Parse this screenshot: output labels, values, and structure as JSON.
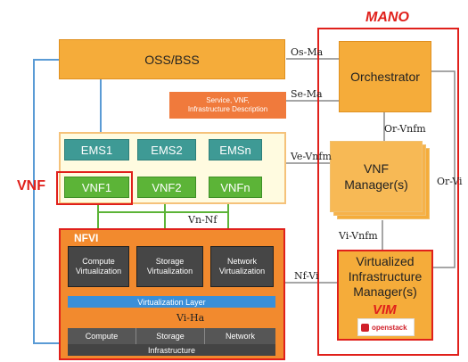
{
  "mano": {
    "title": "MANO",
    "orchestrator": "Orchestrator",
    "vnf_manager": "VNF\nManager(s)",
    "vim": "Virtualized\nInfrastructure\nManager(s)",
    "vim_tag": "VIM",
    "openstack": "openstack"
  },
  "oss_bss": "OSS/BSS",
  "description": "Service, VNF,\nInfrastructure Description",
  "vnf_label": "VNF",
  "ems": [
    "EMS1",
    "EMS2",
    "EMSn"
  ],
  "vnfs": [
    "VNF1",
    "VNF2",
    "VNFn"
  ],
  "nfvi": {
    "title": "NFVI",
    "virtualization": [
      "Compute\nVirtualization",
      "Storage\nVirtualization",
      "Network\nVirtualization"
    ],
    "layer": "Virtualization Layer",
    "hardware": [
      "Compute",
      "Storage",
      "Network"
    ],
    "infrastructure": "Infrastructure"
  },
  "interfaces": {
    "os_ma": "Os-Ma",
    "se_ma": "Se-Ma",
    "or_vnfm": "Or-Vnfm",
    "ve_vnfm": "Ve-Vnfm",
    "vn_nf": "Vn-Nf",
    "vi_vnfm": "Vi-Vnfm",
    "nf_vi": "Nf-Vi",
    "vi_ha": "Vi-Ha",
    "or_vi": "Or-Vi"
  },
  "colors": {
    "accent_red": "#e0201b",
    "orange": "#f39c1f",
    "ems_teal": "#3e9a95",
    "vnf_green": "#5cb437",
    "layer_blue": "#3a8fd8"
  }
}
